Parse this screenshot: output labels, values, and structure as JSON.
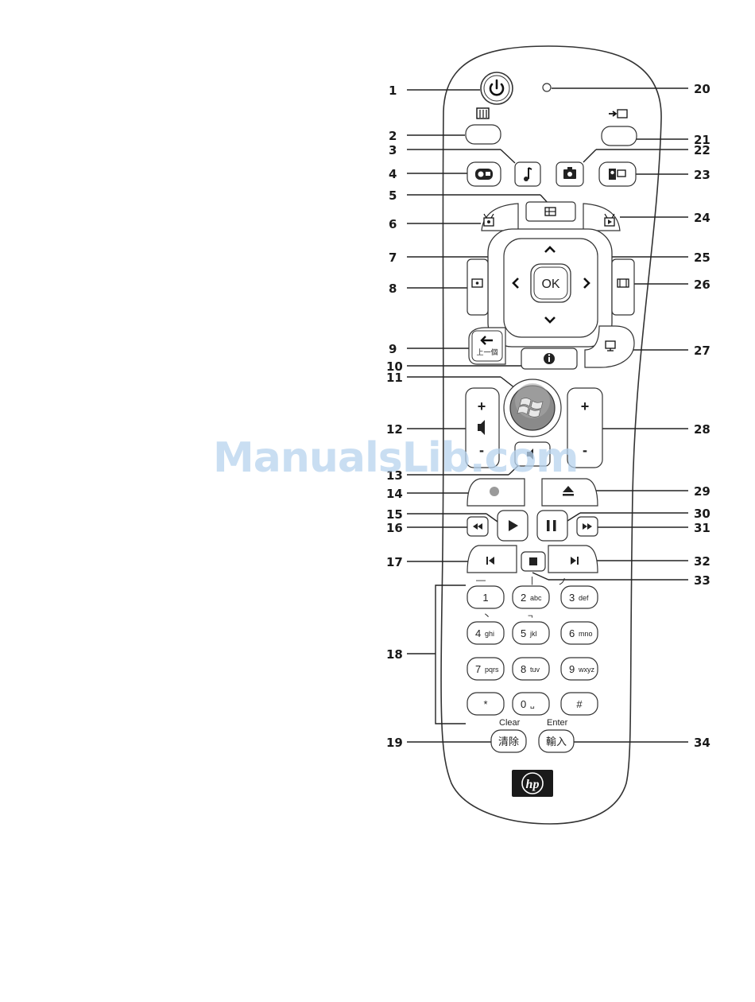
{
  "callouts_left": [
    "1",
    "2",
    "3",
    "4",
    "5",
    "6",
    "7",
    "8",
    "9",
    "10",
    "11",
    "12",
    "13",
    "14",
    "15",
    "16",
    "17",
    "18",
    "19"
  ],
  "callouts_right": [
    "20",
    "21",
    "22",
    "23",
    "24",
    "25",
    "26",
    "27",
    "28",
    "29",
    "30",
    "31",
    "32",
    "33",
    "34"
  ],
  "buttons": {
    "ok": "OK",
    "back_caption": "上一個",
    "vol_plus": "+",
    "vol_minus": "-",
    "ch_plus": "+",
    "ch_minus": "-",
    "clear_caption": "Clear",
    "clear_key": "清除",
    "enter_caption": "Enter",
    "enter_key": "輸入",
    "logo": "hp"
  },
  "keypad": [
    {
      "digit": "1",
      "letters": ""
    },
    {
      "digit": "2",
      "letters": "abc"
    },
    {
      "digit": "3",
      "letters": "def"
    },
    {
      "digit": "4",
      "letters": "ghi"
    },
    {
      "digit": "5",
      "letters": "jkl"
    },
    {
      "digit": "6",
      "letters": "mno"
    },
    {
      "digit": "7",
      "letters": "pqrs"
    },
    {
      "digit": "8",
      "letters": "tuv"
    },
    {
      "digit": "9",
      "letters": "wxyz"
    },
    {
      "digit": "*",
      "letters": ""
    },
    {
      "digit": "0",
      "letters": "␣"
    },
    {
      "digit": "#",
      "letters": ""
    }
  ],
  "keypad_marks": [
    "—",
    "|",
    "ノ",
    "丶",
    "¬"
  ],
  "watermark": "ManualsLib.com",
  "colors": {
    "record": "#9a9a9a",
    "watermark": "#b7d3ee",
    "windows_orb": "#8a8a8a"
  }
}
